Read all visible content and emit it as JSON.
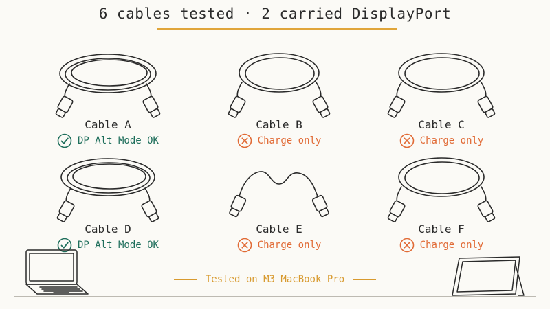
{
  "title": "6 cables tested · 2 carried DisplayPort",
  "cables": [
    {
      "name": "Cable A",
      "status": "DP Alt Mode OK",
      "ok": true
    },
    {
      "name": "Cable B",
      "status": "Charge only",
      "ok": false
    },
    {
      "name": "Cable C",
      "status": "Charge only",
      "ok": false
    },
    {
      "name": "Cable D",
      "status": "DP Alt Mode OK",
      "ok": true
    },
    {
      "name": "Cable E",
      "status": "Charge only",
      "ok": false
    },
    {
      "name": "Cable F",
      "status": "Charge only",
      "ok": false
    }
  ],
  "footer": "Tested on M3 MacBook Pro",
  "colors": {
    "ok": "#1f6f5c",
    "bad": "#e16a35",
    "accent": "#e0a53a",
    "ink": "#2a2a2a"
  },
  "icons": {
    "ok": "check-circle-icon",
    "bad": "x-circle-icon"
  }
}
